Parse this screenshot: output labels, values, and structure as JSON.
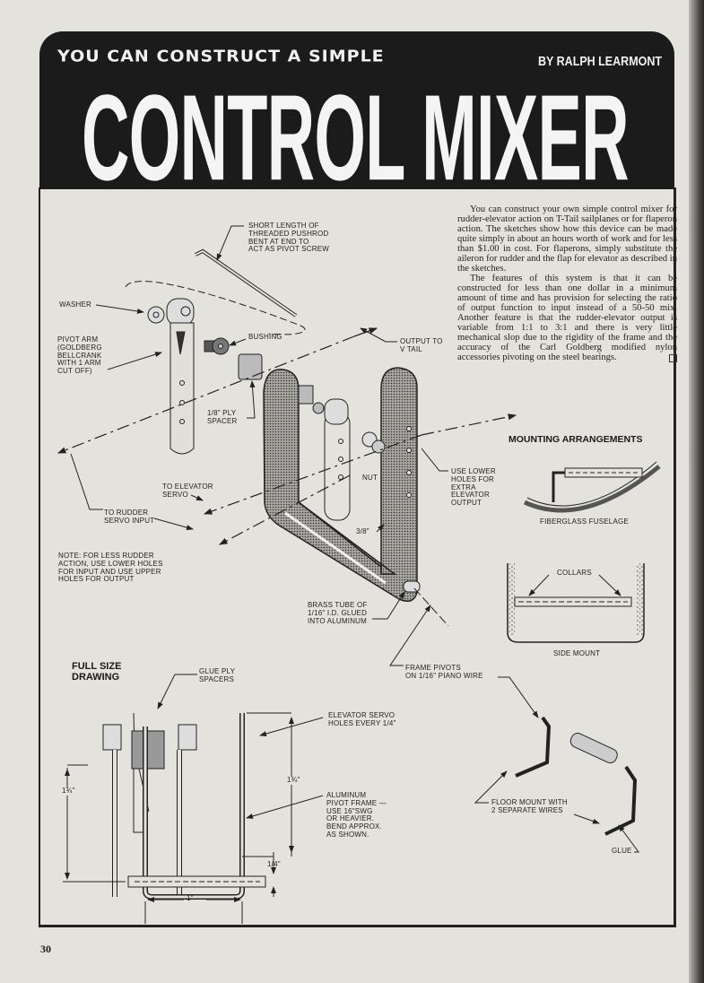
{
  "header": {
    "kicker": "YOU CAN CONSTRUCT A SIMPLE",
    "byline": "BY RALPH LEARMONT",
    "title": "CONTROL MIXER"
  },
  "article": {
    "paragraphs": [
      "You can construct your own simple control mixer for rudder-elevator action on T-Tail sailplanes or for flaperon action. The sketches show how this device can be made quite simply in about an hours worth of work and for less than $1.00 in cost. For flaperons, simply substitute the aileron for rudder and the flap for elevator as described in the sketches.",
      "The features of this system is that it can be constructed for less than one dollar in a minimum amount of time and has provision for selecting the ratio of output function to input instead of a 50-50 mix. Another feature is that the rudder-elevator output is variable from 1:1 to 3:1 and there is very little mechanical slop due to the rigidity of the frame and the accuracy of the Carl Goldberg modified nylon accessories pivoting on the steel bearings."
    ]
  },
  "labels": {
    "pushrod": "SHORT LENGTH OF\nTHREADED PUSHROD\nBENT AT END TO\nACT AS PIVOT SCREW",
    "washer": "WASHER",
    "pivot_arm": "PIVOT ARM\n(GOLDBERG\nBELLCRANK\nWITH 1 ARM\nCUT OFF)",
    "bushing": "BUSHING",
    "output": "OUTPUT TO\nV TAIL",
    "ply_spacer": "1/8\" PLY\nSPACER",
    "to_elevator": "TO ELEVATOR\nSERVO",
    "nut": "NUT",
    "lower_holes": "USE LOWER\nHOLES FOR\nEXTRA\nELEVATOR\nOUTPUT",
    "to_rudder": "TO RUDDER\nSERVO INPUT",
    "three_eighths": "3/8\"",
    "note": "NOTE: FOR LESS RUDDER\nACTION, USE LOWER HOLES\nFOR INPUT AND USE UPPER\nHOLES FOR OUTPUT",
    "brass_tube": "BRASS TUBE OF\n1/16\" I.D. GLUED\nINTO ALUMINUM",
    "frame_pivots": "FRAME PIVOTS\nON 1/16\" PIANO WIRE",
    "mounting_heading": "MOUNTING ARRANGEMENTS",
    "fiberglass": "FIBERGLASS FUSELAGE",
    "collars": "COLLARS",
    "side_mount": "SIDE MOUNT",
    "full_size": "FULL SIZE\nDRAWING",
    "glue_ply": "GLUE PLY\nSPACERS",
    "elevator_holes": "ELEVATOR SERVO\nHOLES EVERY 1/4\"",
    "dim_left": "1¾\"",
    "dim_right": "1¾\"",
    "aluminum_frame": "ALUMINUM\nPIVOT FRAME —\nUSE 16\"SWG\nOR HEAVIER.\nBEND APPROX.\nAS SHOWN.",
    "dim_quarter": "1/4\"",
    "dim_inch": "1\"",
    "floor_mount": "FLOOR MOUNT WITH\n2 SEPARATE WIRES",
    "glue": "GLUE"
  },
  "page_number": "30"
}
